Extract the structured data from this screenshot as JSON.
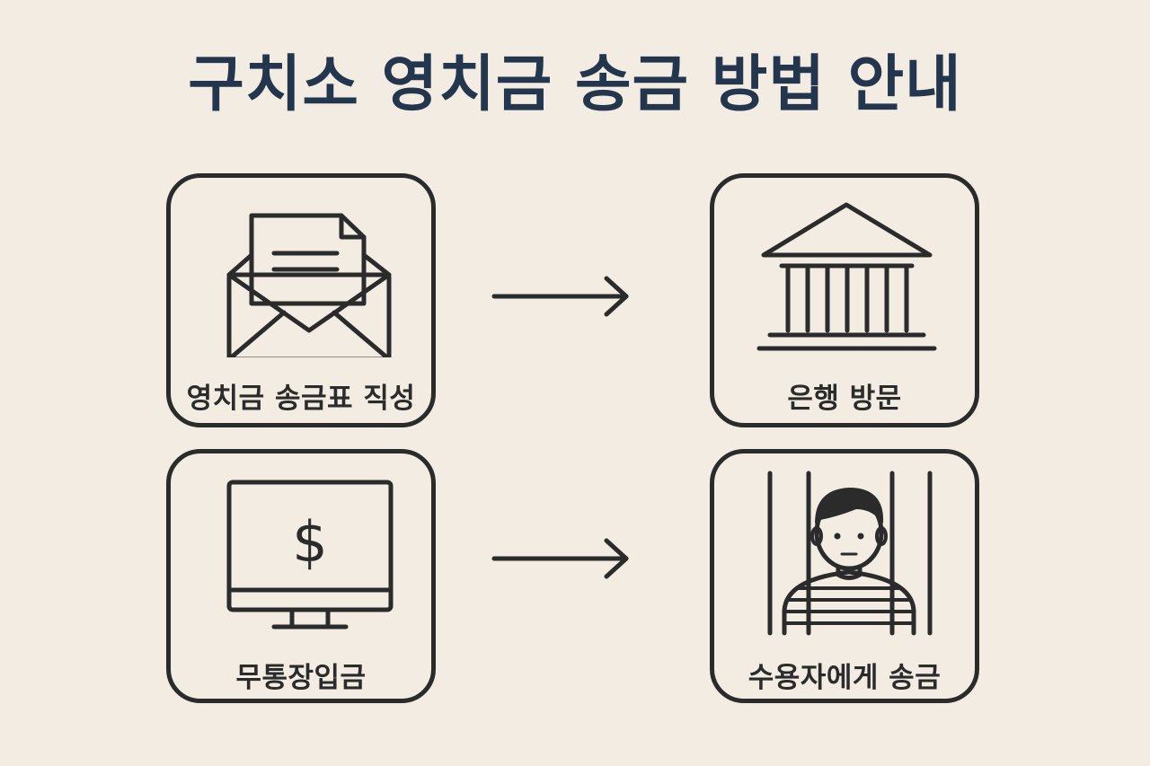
{
  "title": "구치소 영치금 송금 방법 안내",
  "steps": [
    {
      "label": "영치금 송금표 직성",
      "icon": "envelope-document-icon"
    },
    {
      "label": "은행 방문",
      "icon": "bank-building-icon"
    },
    {
      "label": "무통장입금",
      "icon": "monitor-dollar-icon"
    },
    {
      "label": "수용자에게 송금",
      "icon": "inmate-behind-bars-icon"
    }
  ],
  "arrows": [
    "arrow-right-icon",
    "arrow-right-icon"
  ]
}
